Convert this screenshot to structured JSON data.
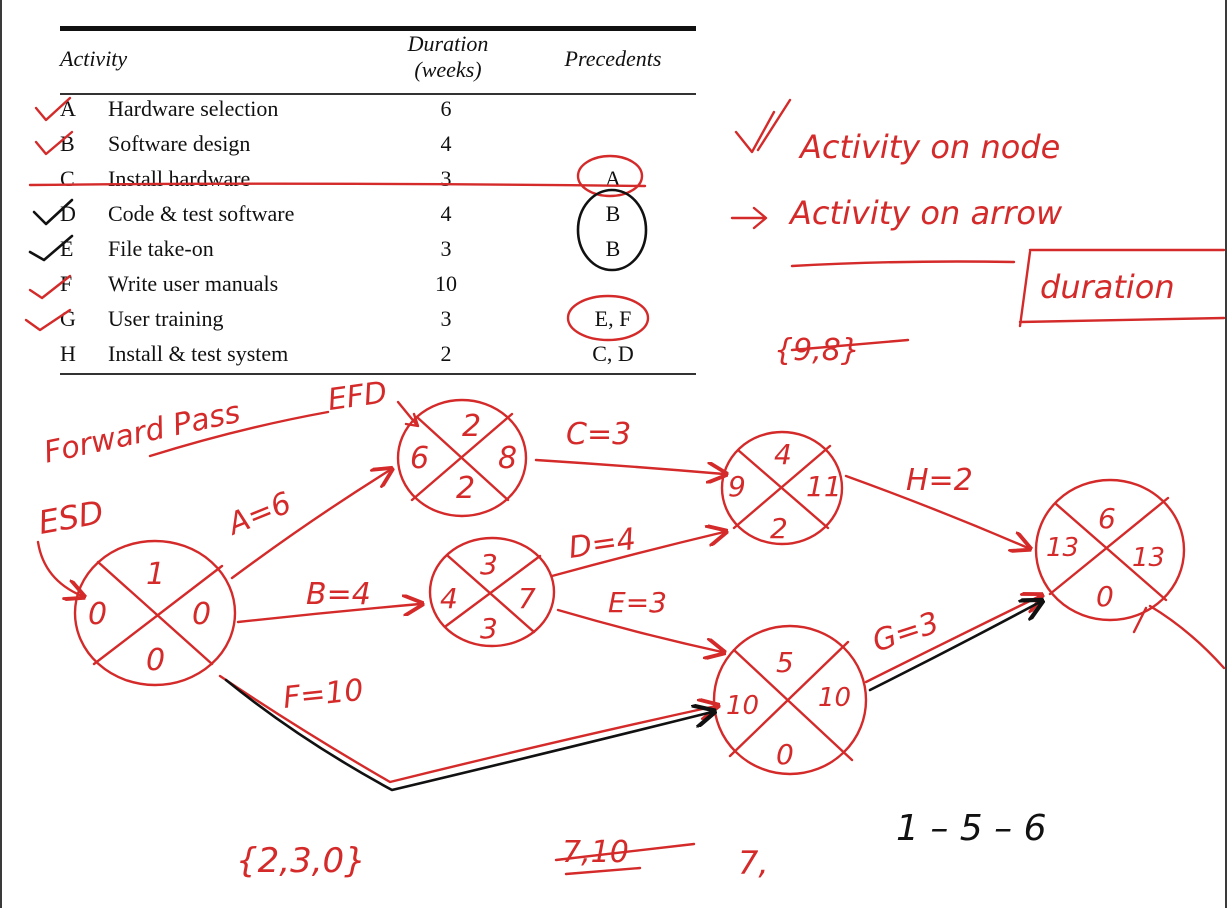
{
  "table": {
    "headers": {
      "activity": "Activity",
      "duration_line1": "Duration",
      "duration_line2": "(weeks)",
      "precedents": "Precedents"
    },
    "rows": [
      {
        "id": "A",
        "name": "Hardware selection",
        "duration": "6",
        "precedents": ""
      },
      {
        "id": "B",
        "name": "Software design",
        "duration": "4",
        "precedents": ""
      },
      {
        "id": "C",
        "name": "Install hardware",
        "duration": "3",
        "precedents": "A"
      },
      {
        "id": "D",
        "name": "Code & test software",
        "duration": "4",
        "precedents": "B"
      },
      {
        "id": "E",
        "name": "File take-on",
        "duration": "3",
        "precedents": "B"
      },
      {
        "id": "F",
        "name": "Write user manuals",
        "duration": "10",
        "precedents": ""
      },
      {
        "id": "G",
        "name": "User training",
        "duration": "3",
        "precedents": "E, F"
      },
      {
        "id": "H",
        "name": "Install & test system",
        "duration": "2",
        "precedents": "C, D"
      }
    ]
  },
  "notes": {
    "activity_on_node": "Activity on node",
    "activity_on_arrow": "Activity on arrow",
    "duration_box": "duration",
    "crossed_set": "{9,8}",
    "forward_pass": "Forward Pass",
    "efd": "EFD",
    "esd": "ESD",
    "set_bottom": "{2,3,0}",
    "crossed_bottom": "7,10",
    "seven": "7,",
    "path": "1 – 5 – 6"
  },
  "nodes": [
    {
      "id": "n1",
      "top": "1",
      "left": "0",
      "right": "0",
      "bottom": "0"
    },
    {
      "id": "n2",
      "top": "2",
      "left": "6",
      "right": "8",
      "bottom": "2"
    },
    {
      "id": "n3",
      "top": "3",
      "left": "4",
      "right": "7",
      "bottom": "3"
    },
    {
      "id": "n4",
      "top": "4",
      "left": "9",
      "right": "11",
      "bottom": "2"
    },
    {
      "id": "n5",
      "top": "5",
      "left": "10",
      "right": "10",
      "bottom": "0"
    },
    {
      "id": "n6",
      "top": "6",
      "left": "13",
      "right": "13",
      "bottom": "0"
    }
  ],
  "arrows": [
    {
      "id": "a",
      "label": "A=6"
    },
    {
      "id": "b",
      "label": "B=4"
    },
    {
      "id": "c",
      "label": "C=3"
    },
    {
      "id": "d",
      "label": "D=4"
    },
    {
      "id": "e",
      "label": "E=3"
    },
    {
      "id": "f",
      "label": "F=10"
    },
    {
      "id": "g",
      "label": "G=3"
    },
    {
      "id": "h",
      "label": "H=2"
    }
  ],
  "colors": {
    "ink_red": "#d42a2a",
    "ink_black": "#111111",
    "print": "#111111"
  }
}
